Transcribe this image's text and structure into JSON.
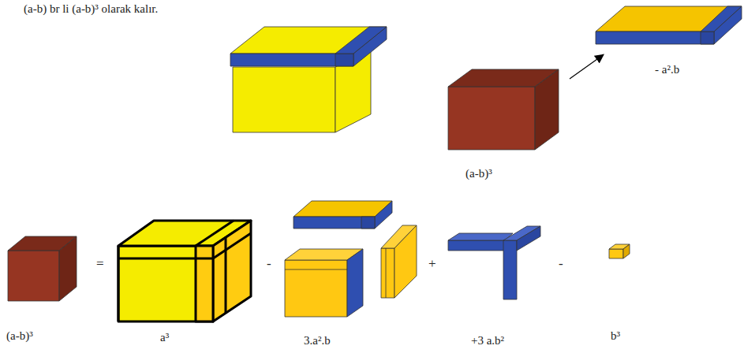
{
  "diagram": {
    "labels": [
      "(a-b) br li (a-b)³ olarak kalır.",
      "(a-b)³",
      "- a².b",
      "(a-b)³",
      "=",
      "a³",
      "-",
      "3.a².b",
      "+",
      "+3 a.b²",
      "-",
      "b³"
    ]
  }
}
